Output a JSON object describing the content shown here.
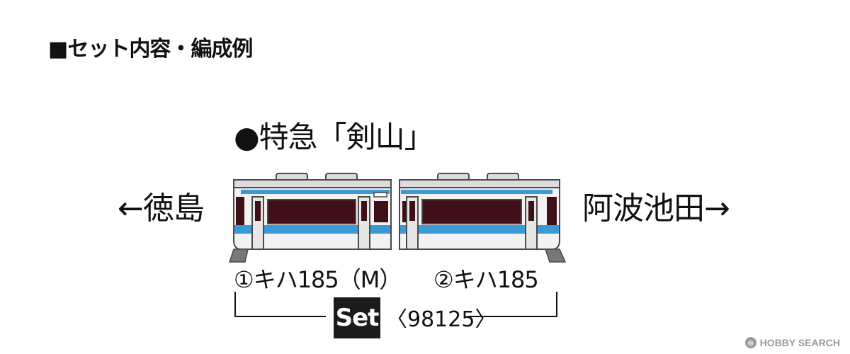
{
  "heading": "■セット内容・編成例",
  "train_name": "●特急「剣山」",
  "direction_left": "←徳島",
  "direction_right": "阿波池田→",
  "cars": [
    {
      "label": "①キハ185（M）"
    },
    {
      "label": "②キハ185"
    }
  ],
  "set_badge": "Set",
  "set_code": "〈98125〉",
  "watermark": {
    "icon": "hobby-search-icon",
    "text": "HOBBY SEARCH"
  },
  "colors": {
    "body": "#f2f2f2",
    "window": "#3e0f16",
    "stripe": "#3a9ad6",
    "outline": "#4a4a4a",
    "roof": "#dcdcdc"
  }
}
